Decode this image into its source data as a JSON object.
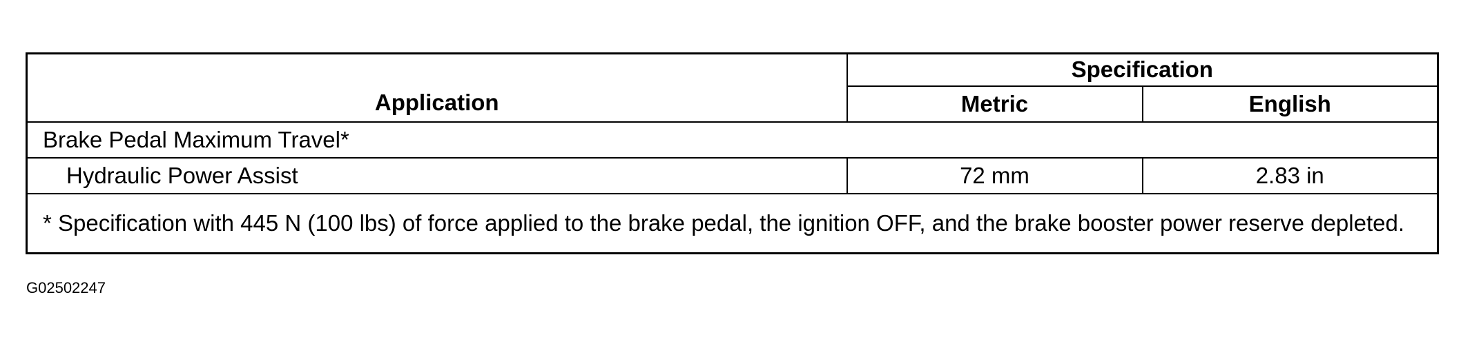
{
  "table": {
    "header": {
      "application": "Application",
      "specification": "Specification",
      "metric": "Metric",
      "english": "English"
    },
    "rows": [
      {
        "application": "Brake Pedal Maximum Travel*",
        "metric": "",
        "english": ""
      },
      {
        "application": "Hydraulic Power Assist",
        "metric": "72 mm",
        "english": "2.83 in"
      }
    ],
    "footnote": "* Specification with 445 N (100 lbs) of force applied to the brake pedal, the ignition OFF, and the brake booster power reserve depleted."
  },
  "figure_id": "G02502247"
}
